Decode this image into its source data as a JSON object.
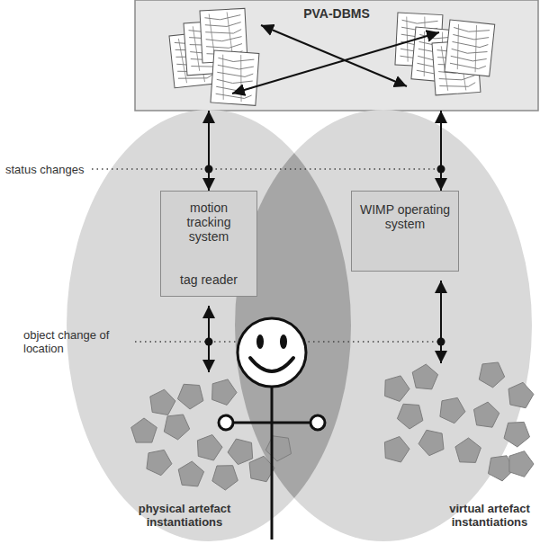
{
  "diagram": {
    "nodes": [
      {
        "text": [
          "PVA-DBMS"
        ]
      },
      {
        "text": [
          "motion tracking system",
          "tag reader"
        ]
      },
      {
        "text": [
          "WIMP operating system"
        ]
      }
    ],
    "edges": [
      {
        "from": 0,
        "to": 1,
        "arrow": "both"
      },
      {
        "from": 0,
        "to": 2,
        "arrow": "both"
      }
    ],
    "labels": [
      "status changes",
      "object change of location",
      "physical artefact instantiations",
      "virtual artefact instantiations"
    ]
  }
}
